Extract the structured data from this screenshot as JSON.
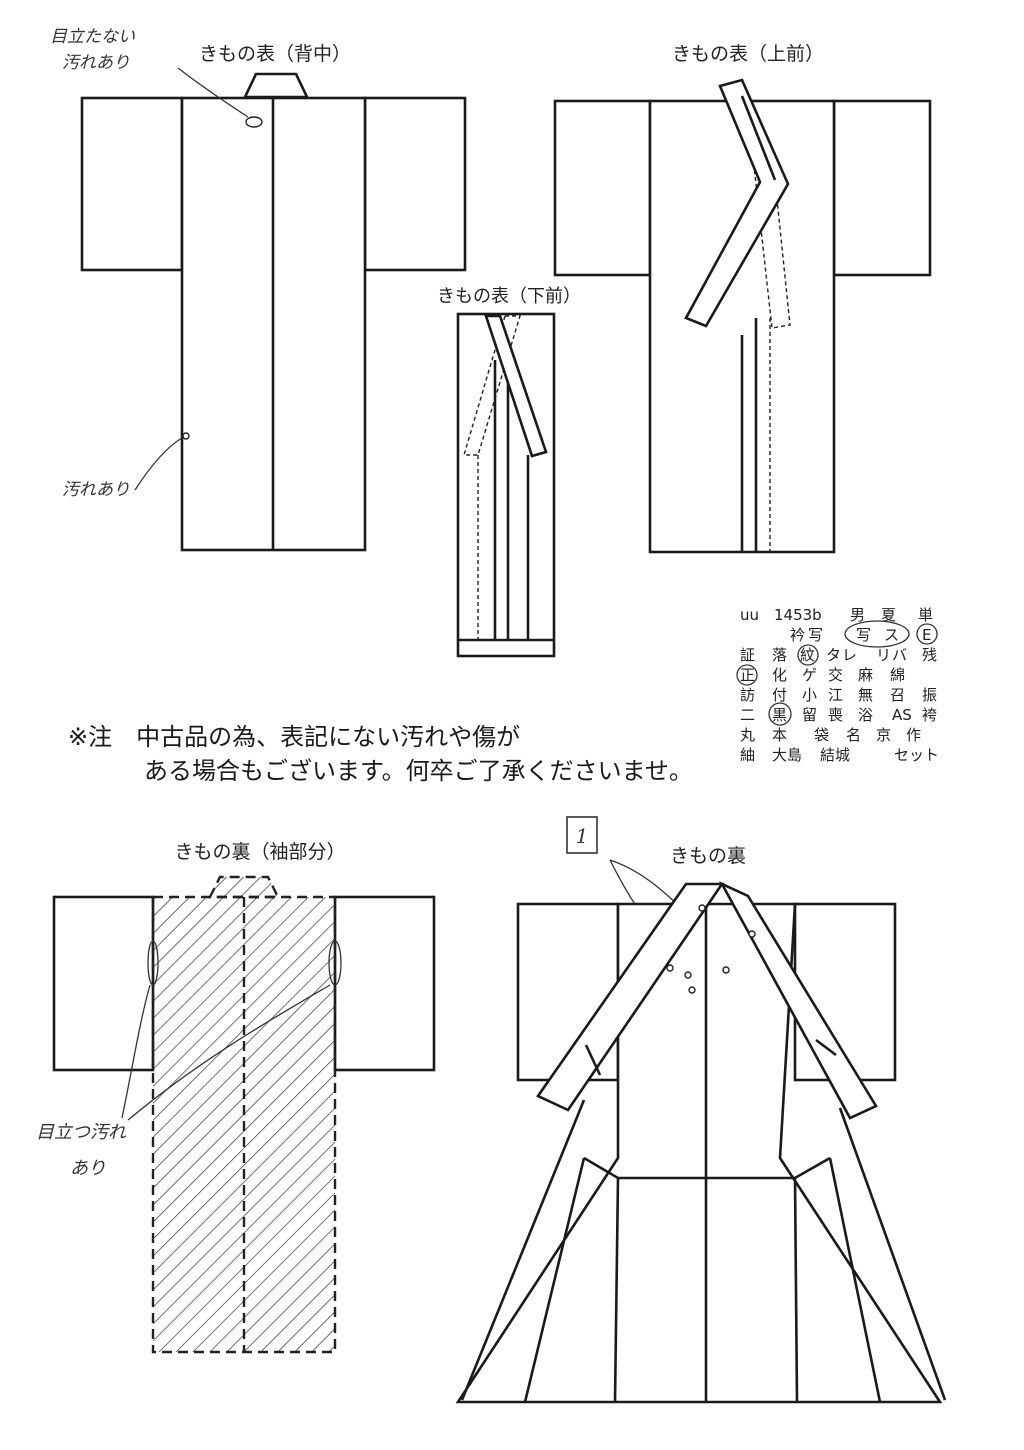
{
  "views": {
    "back": "きもの表（背中）",
    "front_upper": "きもの表（上前）",
    "front_lower": "きもの表（下前）",
    "lining_sleeve": "きもの裏（袖部分）",
    "lining": "きもの裏"
  },
  "annotations": {
    "back_stain_top": [
      "目立たない",
      "汚れあり"
    ],
    "back_stain_bottom": "汚れあり",
    "lining_stain": [
      "目立つ汚れ",
      "あり"
    ],
    "lining_box": "1"
  },
  "spec": {
    "row1": [
      "uu",
      "1453b",
      "男",
      "夏",
      "単"
    ],
    "row2": [
      "衿",
      "写",
      "写",
      "ス",
      "E"
    ],
    "row3": [
      "証",
      "落",
      "紋",
      "タ",
      "レ",
      "リ",
      "バ",
      "残"
    ],
    "row4": [
      "正",
      "化",
      "ゲ",
      "交",
      "麻",
      "綿"
    ],
    "row5": [
      "訪",
      "付",
      "小",
      "江",
      "無",
      "召",
      "振"
    ],
    "row6": [
      "二",
      "黒",
      "留",
      "喪",
      "浴",
      "AS",
      "袴"
    ],
    "row7": [
      "丸",
      "本",
      "袋",
      "名",
      "京",
      "作"
    ],
    "row8": [
      "紬",
      "大島",
      "結城",
      "セット"
    ]
  },
  "note": {
    "line1": "※注　中古品の為、表記にない汚れや傷が",
    "line2": "ある場合もございます。何卒ご了承くださいませ。"
  },
  "colors": {
    "line": "#1a1a1a",
    "paper": "#ffffff"
  }
}
